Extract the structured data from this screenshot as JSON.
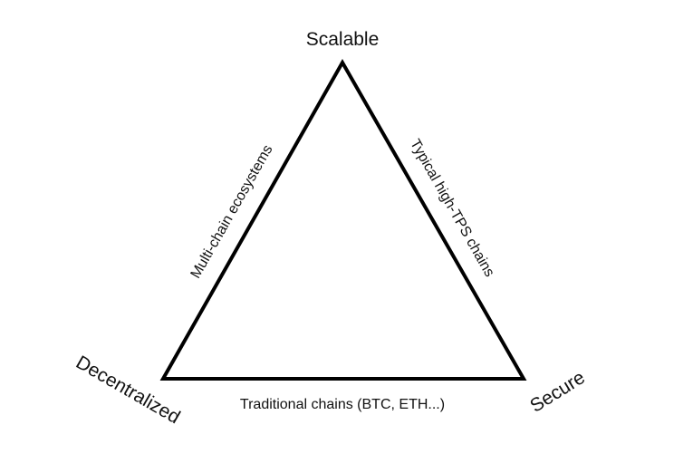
{
  "diagram": {
    "title": "Blockchain trilemma",
    "vertices": {
      "top": "Scalable",
      "left": "Decentralized",
      "right": "Secure"
    },
    "edges": {
      "left": "Multi-chain ecosystems",
      "right": "Typical high-TPS chains",
      "bottom": "Traditional chains (BTC, ETH...)"
    },
    "colors": {
      "stroke": "#000000",
      "background": "#ffffff"
    }
  }
}
